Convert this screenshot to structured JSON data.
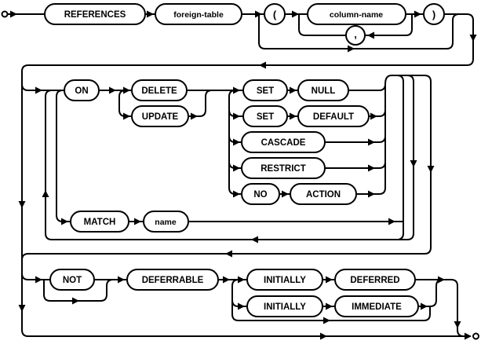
{
  "diagram": {
    "kind": "railroad-syntax-diagram",
    "language": "SQL foreign-key-clause",
    "colors": {
      "line": "#000000",
      "background": "#ffffff"
    },
    "nodes": {
      "references": "REFERENCES",
      "foreign_table": "foreign-table",
      "lparen": "(",
      "column_name": "column-name",
      "comma": ",",
      "rparen": ")",
      "on": "ON",
      "delete": "DELETE",
      "update": "UPDATE",
      "set_a": "SET",
      "null_kw": "NULL",
      "set_b": "SET",
      "default_kw": "DEFAULT",
      "cascade": "CASCADE",
      "restrict": "RESTRICT",
      "no": "NO",
      "action": "ACTION",
      "match": "MATCH",
      "name": "name",
      "not_kw": "NOT",
      "deferrable": "DEFERRABLE",
      "initially_a": "INITIALLY",
      "deferred": "DEFERRED",
      "initially_b": "INITIALLY",
      "immediate": "IMMEDIATE"
    }
  }
}
